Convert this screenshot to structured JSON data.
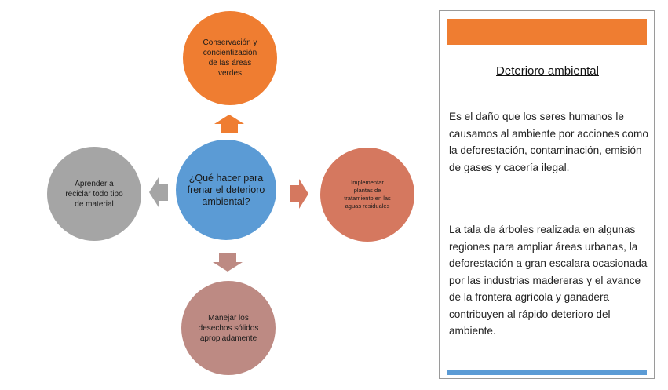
{
  "diagram": {
    "center": "¿Qué hacer para frenar el deterioro ambiental?",
    "top": "Conservación y\nconcientización\nde las  áreas\nverdes",
    "left": "Aprender a\nreciclar todo tipo\nde material",
    "right": "Implementar\nplantas de\ntratamiento en las\naguas residuales",
    "bottom": "Manejar los\ndesechos sólidos\napropiadamente"
  },
  "card": {
    "title": "Deterioro ambiental",
    "paragraph1": "Es el daño que los seres humanos le causamos al ambiente por acciones como la deforestación, contaminación, emisión de gases y cacería ilegal.",
    "paragraph2": "La tala de árboles realizada en algunas regiones para ampliar áreas urbanas, la deforestación a gran escalara ocasionada por las industrias madereras y el avance de la frontera agrícola y ganadera contribuyen al rápido deterioro del ambiente."
  },
  "colors": {
    "top": "#ef7d31",
    "center": "#5b9bd5",
    "left": "#a5a5a5",
    "right": "#d5785f",
    "bottom": "#bd8a83"
  }
}
